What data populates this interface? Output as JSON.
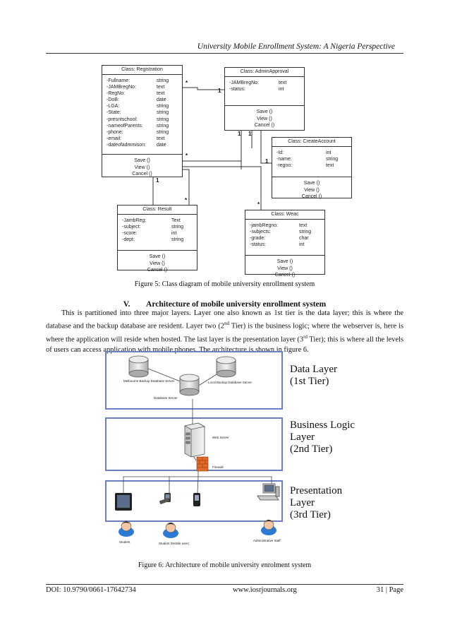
{
  "header": {
    "running_title": "University Mobile Enrollment System: A Nigeria Perspective"
  },
  "figure5": {
    "caption": "Figure 5: Class diagram of mobile university enrollment system",
    "classes": {
      "registration": {
        "title": "Class: Registration",
        "attributes": [
          {
            "name": "-Fullname:",
            "type": "string"
          },
          {
            "name": "-JAMBregNo:",
            "type": "text"
          },
          {
            "name": "-RegNo:",
            "type": "text"
          },
          {
            "name": "-DoB:",
            "type": "date"
          },
          {
            "name": "-LGA:",
            "type": "string"
          },
          {
            "name": "-State:",
            "type": "string"
          },
          {
            "name": "-presntschool:",
            "type": "string"
          },
          {
            "name": "-nameofParents:",
            "type": "string"
          },
          {
            "name": "-phone:",
            "type": "string"
          },
          {
            "name": "-email:",
            "type": "text"
          },
          {
            "name": "-dateofadmmison:",
            "type": "date"
          }
        ],
        "operations": [
          "Save ()",
          "View ()",
          "Cancel ()"
        ]
      },
      "adminapproval": {
        "title": "Class: AdminApproval",
        "attributes": [
          {
            "name": "-JAMBregNo:",
            "type": "text"
          },
          {
            "name": "-status:",
            "type": "int"
          }
        ],
        "operations": [
          "Save ()",
          "View ()",
          "Cancel ()"
        ]
      },
      "createaccount": {
        "title": "Class: CreateAccount",
        "attributes": [
          {
            "name": "-Id:",
            "type": "int"
          },
          {
            "name": "-name:",
            "type": "string"
          },
          {
            "name": "-regno:",
            "type": "text"
          }
        ],
        "operations": [
          "Save ()",
          "View ()",
          "Cancel ()"
        ]
      },
      "result": {
        "title": "Class: Result",
        "attributes": [
          {
            "name": "-JambReg:",
            "type": "Text"
          },
          {
            "name": "-subject:",
            "type": "string"
          },
          {
            "name": "-score:",
            "type": "int"
          },
          {
            "name": "-dept:",
            "type": "string"
          }
        ],
        "operations": [
          "Save ()",
          "View ()",
          "Cancel ()"
        ]
      },
      "weac": {
        "title": "Class: Weac",
        "attributes": [
          {
            "name": "-jambRegno:",
            "type": "text"
          },
          {
            "name": "-subjects:",
            "type": "string"
          },
          {
            "name": "-grade:",
            "type": "char"
          },
          {
            "name": "-status:",
            "type": "int"
          }
        ],
        "operations": [
          "Save ()",
          "View ()",
          "Cancel ()"
        ]
      }
    },
    "multiplicities": {
      "one": "1",
      "many": "*"
    }
  },
  "section": {
    "number": "V.",
    "title": "Architecture of mobile university enrollment system",
    "paragraph": {
      "part1": "This is partitioned into three major layers. Layer one also known as 1st tier is the data layer; this is where the database and the backup database are resident. Layer two (2",
      "sup1": "nd",
      "part2": " Tier) is the business logic; where the webserver is, here is where the application will reside when hosted. The last layer is the presentation layer (3",
      "sup2": "rd",
      "part3": " Tier); this is where all the levels of users can access application with mobile phones. The architecture is shown in figure 6."
    }
  },
  "figure6": {
    "caption": "Figure 6: Architecture of mobile university enrolment system",
    "layers": {
      "data_line1": "Data Layer",
      "data_line2": "(1st Tier)",
      "business_line1": "Business Logic",
      "business_line2": "Layer",
      "business_line3": "(2nd Tier)",
      "presentation_line1": "Presentation",
      "presentation_line2": "Layer",
      "presentation_line3": "(3rd Tier)"
    },
    "nodes": {
      "melbourne_backup": "Melbourne Backup Database Server",
      "local_backup": "Local Backup Database Server",
      "database_server": "Database Server",
      "web_server": "Web Server",
      "firewall": "Firewall",
      "student": "Student",
      "student_mobile": "Student (Mobile user)",
      "admin_staff": "Administrative Staff"
    }
  },
  "footer": {
    "doi": "DOI: 10.9790/0661-17642734",
    "website": "www.iosrjournals.org",
    "page": "31 | Page"
  }
}
